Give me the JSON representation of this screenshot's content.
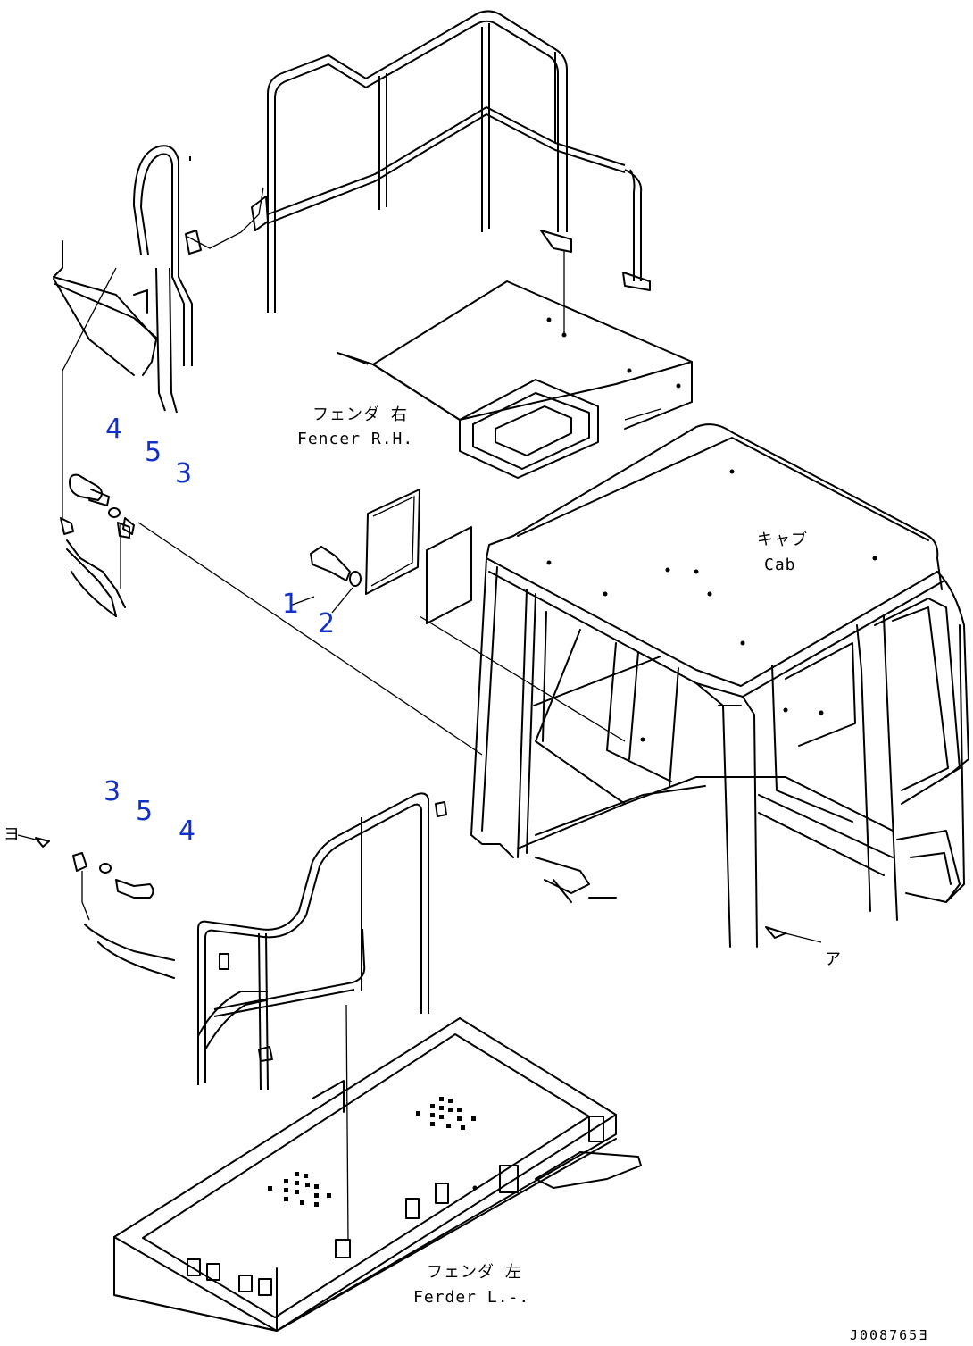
{
  "callouts": {
    "upper_4": "4",
    "upper_5": "5",
    "upper_3": "3",
    "mid_1": "1",
    "mid_2": "2",
    "lower_3": "3",
    "lower_5": "5",
    "lower_4": "4"
  },
  "labels": {
    "fender_rh_jp": "フェンダ 右",
    "fender_rh_en": "Fencer R.H.",
    "cab_jp": "キャブ",
    "cab_en": "Cab",
    "fender_lh_jp": "フェンダ 左",
    "fender_lh_en": "Ferder L.-."
  },
  "refs": {
    "b": "ヨ",
    "a": "ア"
  },
  "drawing_code": "J008765Ǝ"
}
